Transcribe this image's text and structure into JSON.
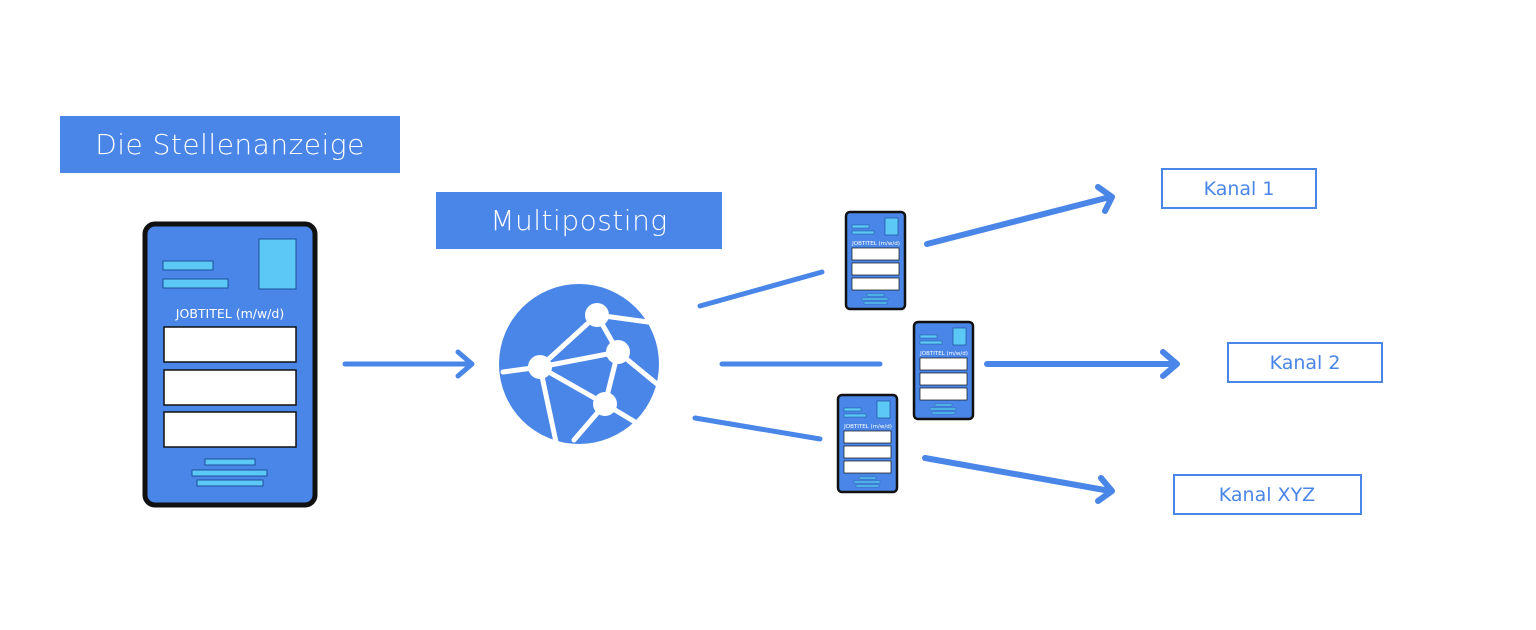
{
  "labels": {
    "stellenanzeige": "Die Stellenanzeige",
    "multiposting": "Multiposting"
  },
  "job_card": {
    "title": "JOBTITEL (m/w/d)"
  },
  "channels": [
    {
      "label": "Kanal 1"
    },
    {
      "label": "Kanal 2"
    },
    {
      "label": "Kanal XYZ"
    }
  ],
  "icons": {
    "network": "network-globe-icon",
    "document": "job-ad-document-icon"
  },
  "colors": {
    "primary_blue": "#4a86e8",
    "light_cyan": "#5bc8f5",
    "outline_dark": "#111111",
    "white": "#ffffff"
  }
}
